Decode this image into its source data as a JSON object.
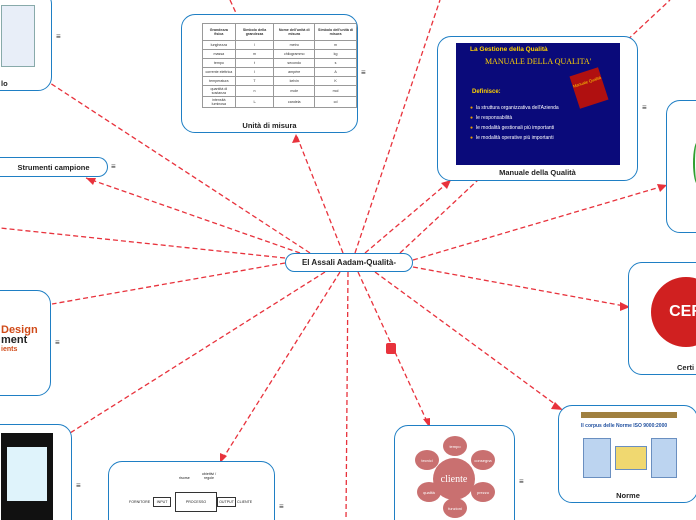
{
  "root": {
    "label": "El Assali Aadam-Qualità-"
  },
  "menu_glyph": "≡",
  "nodes": {
    "unita": {
      "caption": "Unità di misura"
    },
    "manuale": {
      "caption": "Manuale della Qualità"
    },
    "strumenti": {
      "label": "Strumenti campione"
    },
    "certificazione": {
      "caption": "Certi"
    },
    "norme": {
      "caption": "Norme"
    },
    "top_left": {
      "caption": "lo"
    },
    "design": {
      "line1": "Design",
      "line2": "ment",
      "line3": "ients"
    }
  },
  "unit_table": {
    "headers": [
      "Grandezza fisica",
      "Simbolo della grandezza",
      "Nome dell'unità di misura",
      "Simbolo dell'unità di misura"
    ],
    "rows": [
      [
        "lunghezza",
        "l",
        "metro",
        "m"
      ],
      [
        "massa",
        "m",
        "chilogrammo",
        "kg"
      ],
      [
        "tempo",
        "t",
        "secondo",
        "s"
      ],
      [
        "corrente elettrica",
        "I",
        "ampère",
        "A"
      ],
      [
        "temperatura",
        "T",
        "kelvin",
        "K"
      ],
      [
        "quantità di sostanza",
        "n",
        "mole",
        "mol"
      ],
      [
        "intensità luminosa",
        "Iᵥ",
        "candela",
        "cd"
      ]
    ]
  },
  "manuale_slide": {
    "header": "La Gestione della Qualità",
    "title": "MANUALE DELLA QUALITA'",
    "definisce": "Definisce:",
    "items": [
      "la struttura organizzativa dell'Azienda",
      "le responsabilità",
      "le modalità gestionali più importanti",
      "le modalità operative più importanti"
    ],
    "book_label": "Manuale Qualità"
  },
  "stamp": {
    "text": "CER"
  },
  "norme_slide": {
    "title": "Il corpus delle Norme ISO 9000:2000"
  },
  "cliente": {
    "center": "cliente",
    "petals": [
      "tempo",
      "consegna",
      "prezzo",
      "qualità",
      "funzioni",
      "tecnici"
    ]
  },
  "process": {
    "top_left": "risorse",
    "top_right": "obiettivi / regole",
    "fornitore": "FORNITORE",
    "input": "INPUT",
    "processo": "PROCESSO",
    "output": "OUTPUT",
    "cliente": "CLIENTE"
  },
  "colors": {
    "link": "#e8323c",
    "border": "#1f7fc4",
    "marker": "#e8323c"
  }
}
